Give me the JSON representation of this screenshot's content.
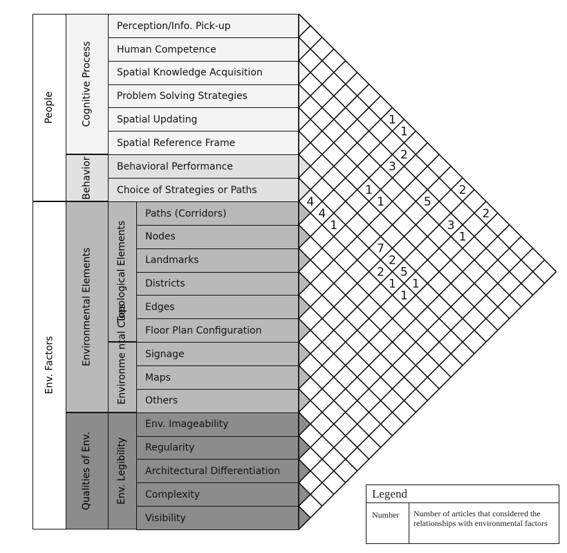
{
  "groups_level1": [
    {
      "label": "People",
      "rows": [
        0,
        7
      ]
    },
    {
      "label": "Env. Factors",
      "rows": [
        8,
        21
      ]
    }
  ],
  "groups_level2": [
    {
      "label": "Cognitive Process",
      "rows": [
        0,
        5
      ],
      "color": "#f4f4f4"
    },
    {
      "label": "Behavior",
      "rows": [
        6,
        7
      ],
      "color": "#e1e1e1"
    },
    {
      "label": "Environmental Elements",
      "rows": [
        8,
        16
      ],
      "color": "#b9b9b9"
    },
    {
      "label": "Qualities of  Env.",
      "rows": [
        17,
        21
      ],
      "color": "#8c8c8c"
    }
  ],
  "groups_level3": [
    {
      "label": "Topological Elements",
      "rows": [
        8,
        13
      ]
    },
    {
      "label": "Environme ntal Cues",
      "rows": [
        14,
        16
      ]
    },
    {
      "label": "Env. Legibility",
      "rows": [
        17,
        21
      ]
    }
  ],
  "rows": [
    "Perception/Info. Pick-up",
    "Human Competence",
    "Spatial Knowledge Acquisition",
    "Problem Solving Strategies",
    "Spatial Updating",
    "Spatial Reference Frame",
    "Behavioral Performance",
    "Choice of Strategies or Paths",
    "Paths (Corridors)",
    "Nodes",
    "Landmarks",
    "Districts",
    "Edges",
    "Floor Plan Configuration",
    "Signage",
    "Maps",
    "Others",
    "Env. Imageability",
    "Regularity",
    "Architectural Differentiation",
    "Complexity",
    "Visibility"
  ],
  "relationships": [
    {
      "a": 0,
      "b": 8,
      "value": "1"
    },
    {
      "a": 0,
      "b": 9,
      "value": "1"
    },
    {
      "a": 1,
      "b": 10,
      "value": "2"
    },
    {
      "a": 2,
      "b": 10,
      "value": "3"
    },
    {
      "a": 4,
      "b": 10,
      "value": "1"
    },
    {
      "a": 4,
      "b": 11,
      "value": "1"
    },
    {
      "a": 2,
      "b": 13,
      "value": "5"
    },
    {
      "a": 0,
      "b": 14,
      "value": "2"
    },
    {
      "a": 0,
      "b": 16,
      "value": "2"
    },
    {
      "a": 2,
      "b": 15,
      "value": "3"
    },
    {
      "a": 2,
      "b": 16,
      "value": "1"
    },
    {
      "a": 7,
      "b": 8,
      "value": "4"
    },
    {
      "a": 7,
      "b": 9,
      "value": "4"
    },
    {
      "a": 7,
      "b": 10,
      "value": "1"
    },
    {
      "a": 6,
      "b": 13,
      "value": "7"
    },
    {
      "a": 6,
      "b": 14,
      "value": "2"
    },
    {
      "a": 7,
      "b": 14,
      "value": "2"
    },
    {
      "a": 6,
      "b": 15,
      "value": "5"
    },
    {
      "a": 7,
      "b": 15,
      "value": "1"
    },
    {
      "a": 6,
      "b": 16,
      "value": "1"
    },
    {
      "a": 7,
      "b": 16,
      "value": "1"
    }
  ],
  "legend": {
    "title": "Legend",
    "key": "Number",
    "description": "Number of articles that considered the relationships with environmental factors"
  }
}
